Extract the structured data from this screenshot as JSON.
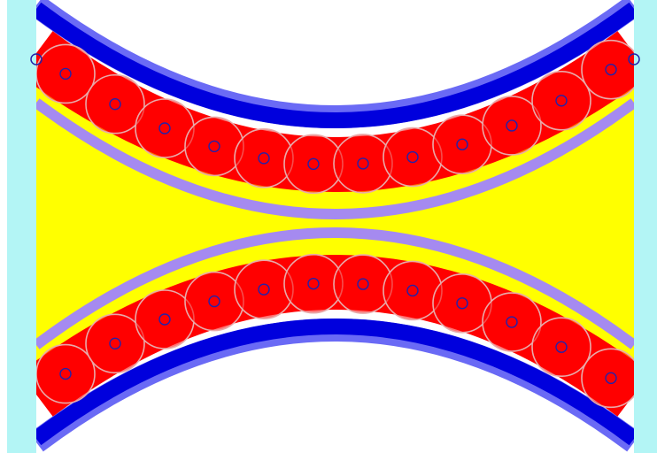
{
  "colors": {
    "background": "#ffffff",
    "side_walls": "#b3f5f5",
    "channel": "#ffff00",
    "outer_band": "#0000dd",
    "outer_band_glow": "#6a6af5",
    "cell_fill": "#ff0000",
    "inner_band": "#a58af0",
    "circle_outline": "#e8aaaa",
    "center_marker": "#2222aa"
  },
  "bands": [
    {
      "id": "top",
      "cells": 12
    },
    {
      "id": "bottom",
      "cells": 12
    }
  ],
  "edge_markers": 2
}
